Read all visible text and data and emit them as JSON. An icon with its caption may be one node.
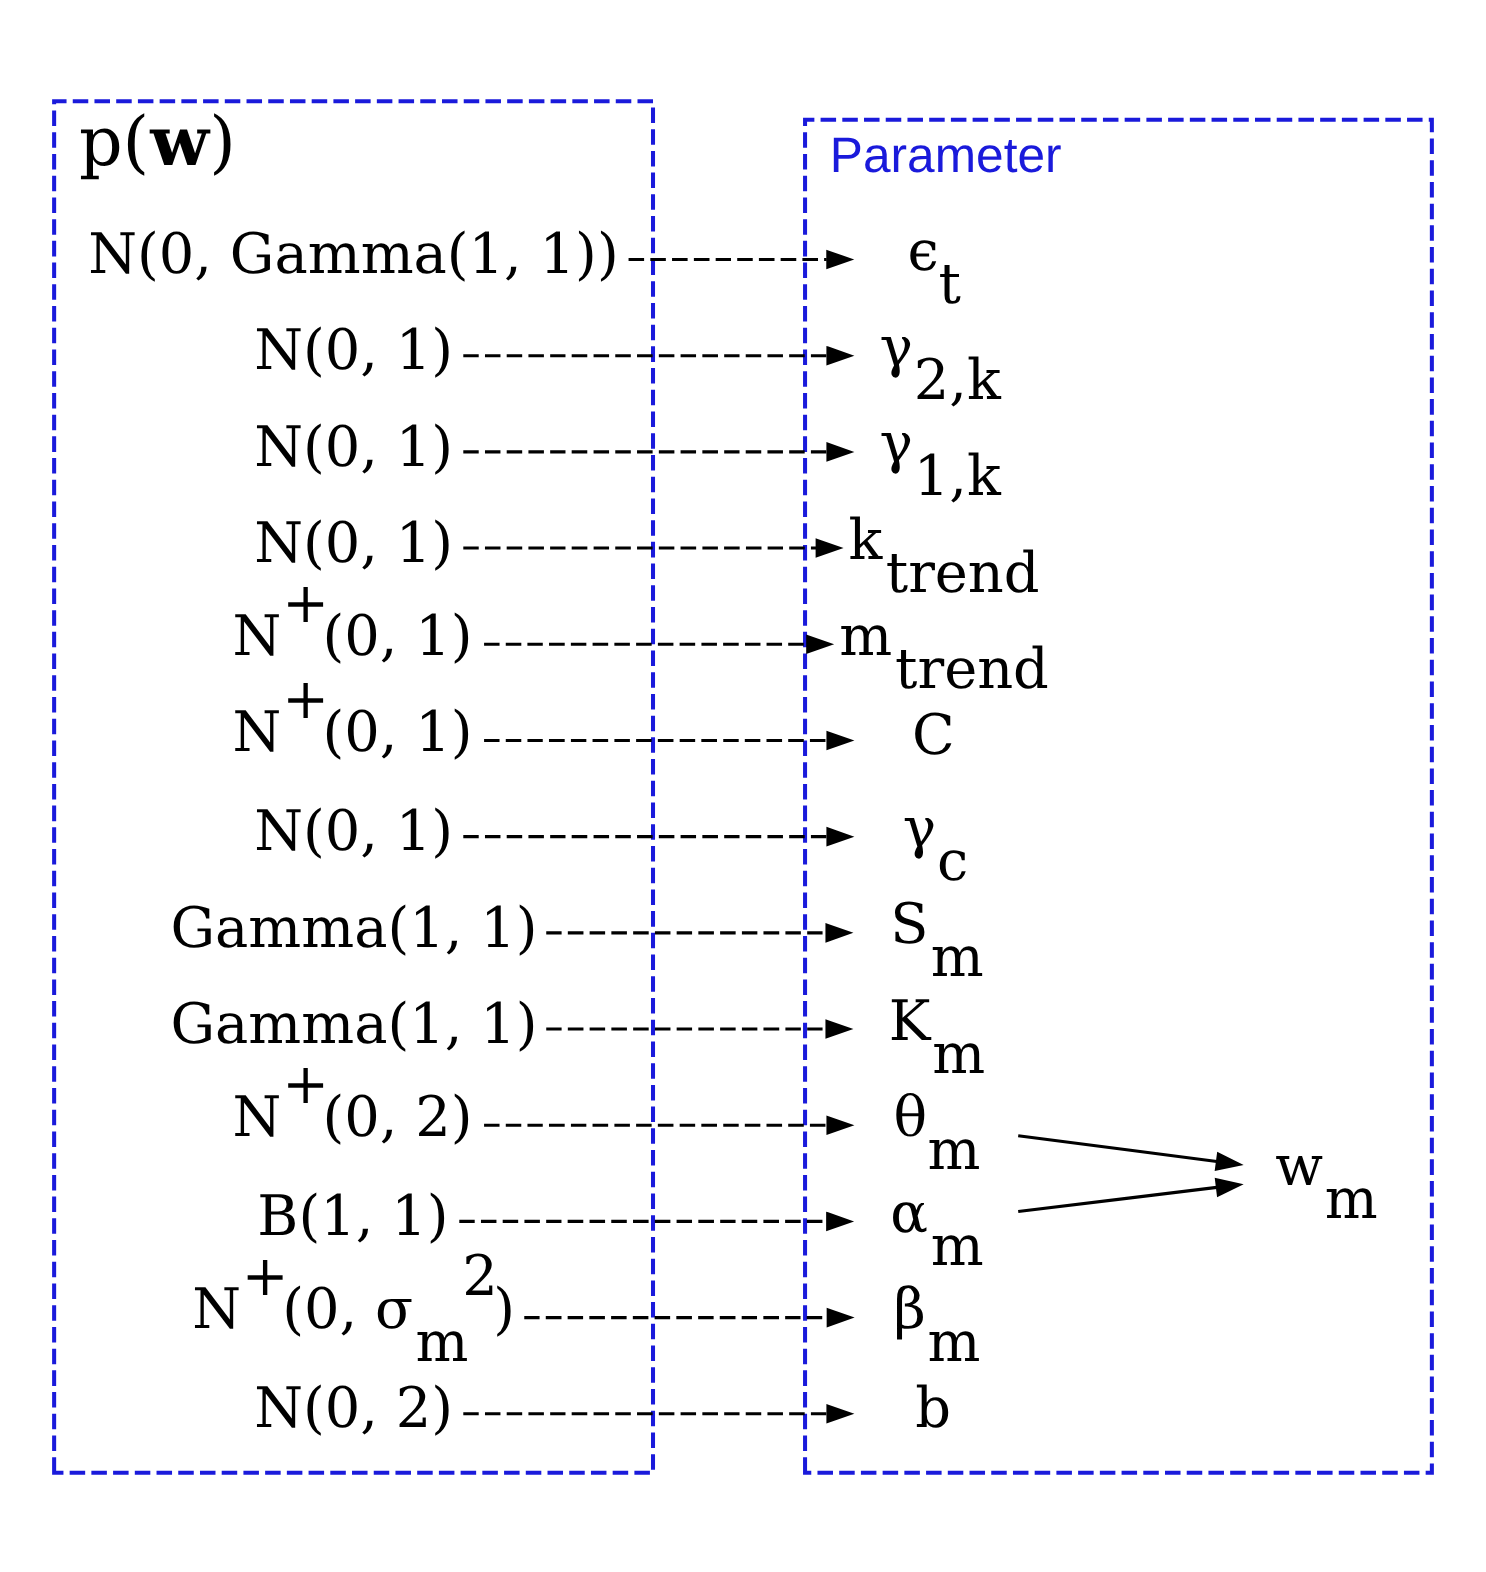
{
  "diagram": {
    "nodes": [
      {
        "text": [
          "p(**w**)"
        ]
      },
      {
        "text": [
          "Parameter"
        ]
      },
      {
        "text": [
          "N(0, 2)"
        ],
        "in": 0
      },
      {
        "text": [
          "N$^{+}$(0, σ$_{m}$$^{2}$)"
        ],
        "in": 0
      },
      {
        "text": [
          "B(1, 1)"
        ],
        "in": 0
      },
      {
        "text": [
          "N$^{+}$(0, 2)"
        ],
        "in": 0
      },
      {
        "text": [
          "Gamma(1, 1)"
        ],
        "in": 0
      },
      {
        "text": [
          "Gamma(1, 1)"
        ],
        "in": 0
      },
      {
        "text": [
          "N(0, 1)"
        ],
        "in": 0
      },
      {
        "text": [
          "N$^{+}$(0, 1)"
        ],
        "in": 0
      },
      {
        "text": [
          "N$^{+}$(0, 1)"
        ],
        "in": 0
      },
      {
        "text": [
          "N(0, 1)"
        ],
        "in": 0
      },
      {
        "text": [
          "N(0, 1)"
        ],
        "in": 0
      },
      {
        "text": [
          "N(0, 1)"
        ],
        "in": 0
      },
      {
        "text": [
          "N(0, Gamma(1, 1))"
        ],
        "in": 0
      },
      {
        "text": [
          "b"
        ],
        "in": 1
      },
      {
        "text": [
          "β$_{m}$"
        ],
        "in": 1
      },
      {
        "text": [
          "α$_{m}$"
        ],
        "in": 1
      },
      {
        "text": [
          "θ$_{m}$"
        ],
        "in": 1
      },
      {
        "text": [
          "w$_{m}$"
        ],
        "in": 1
      },
      {
        "text": [
          "K$_{m}$"
        ],
        "in": 1
      },
      {
        "text": [
          "S$_{m}$"
        ],
        "in": 1
      },
      {
        "text": [
          "γ$_{c}$"
        ],
        "in": 1
      },
      {
        "text": [
          "C"
        ],
        "in": 1
      },
      {
        "text": [
          "m$_{trend}$"
        ],
        "in": 1
      },
      {
        "text": [
          "k$_{trend}$"
        ],
        "in": 1
      },
      {
        "text": [
          "γ$_{1,k}$"
        ],
        "in": 1
      },
      {
        "text": [
          "γ$_{2,k}$"
        ],
        "in": 1
      },
      {
        "text": [
          "ϵ$_{t}$"
        ],
        "in": 1
      }
    ],
    "edges": [
      {
        "from": 2,
        "to": 15,
        "arrow": "to",
        "style": "dashed"
      },
      {
        "from": 3,
        "to": 16,
        "arrow": "to",
        "style": "dashed"
      },
      {
        "from": 4,
        "to": 17,
        "arrow": "to",
        "style": "dashed"
      },
      {
        "from": 5,
        "to": 18,
        "arrow": "to",
        "style": "dashed"
      },
      {
        "from": 17,
        "to": 19,
        "arrow": "to"
      },
      {
        "from": 18,
        "to": 19,
        "arrow": "to"
      },
      {
        "from": 6,
        "to": 20,
        "arrow": "to",
        "style": "dashed"
      },
      {
        "from": 7,
        "to": 21,
        "arrow": "to",
        "style": "dashed"
      },
      {
        "from": 8,
        "to": 22,
        "arrow": "to",
        "style": "dashed"
      },
      {
        "from": 9,
        "to": 23,
        "arrow": "to",
        "style": "dashed"
      },
      {
        "from": 10,
        "to": 24,
        "arrow": "to",
        "style": "dashed"
      },
      {
        "from": 11,
        "to": 25,
        "arrow": "to",
        "style": "dashed"
      },
      {
        "from": 12,
        "to": 26,
        "arrow": "to",
        "style": "dashed"
      },
      {
        "from": 13,
        "to": 27,
        "arrow": "to",
        "style": "dashed"
      },
      {
        "from": 14,
        "to": 28,
        "arrow": "to",
        "style": "dashed"
      }
    ]
  }
}
